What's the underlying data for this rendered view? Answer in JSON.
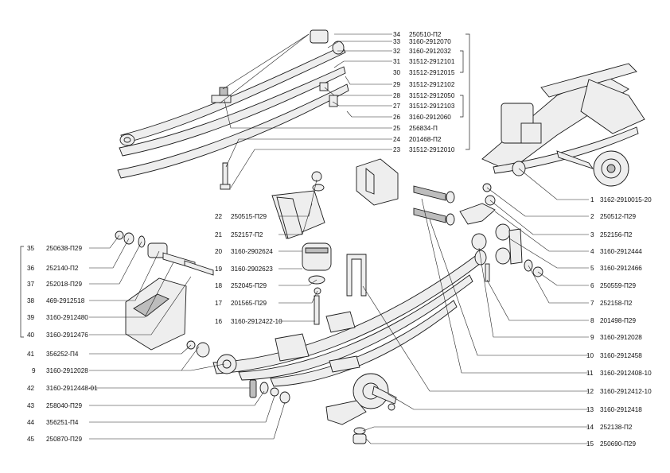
{
  "callouts_top": [
    {
      "num": "34",
      "code": "250510-П2"
    },
    {
      "num": "33",
      "code": "3160-2912070"
    },
    {
      "num": "32",
      "code": "3160-2912032"
    },
    {
      "num": "31",
      "code": "31512-2912101"
    },
    {
      "num": "30",
      "code": "31512-2912015"
    },
    {
      "num": "29",
      "code": "31512-2912102"
    },
    {
      "num": "28",
      "code": "31512-2912050"
    },
    {
      "num": "27",
      "code": "31512-2912103"
    },
    {
      "num": "26",
      "code": "3160-2912060"
    },
    {
      "num": "25",
      "code": "256834-П"
    },
    {
      "num": "24",
      "code": "201468-П2"
    },
    {
      "num": "23",
      "code": "31512-2912010"
    }
  ],
  "callouts_left": [
    {
      "num": "35",
      "code": "250638-П29"
    },
    {
      "num": "36",
      "code": "252140-П2"
    },
    {
      "num": "37",
      "code": "252018-П29"
    },
    {
      "num": "38",
      "code": "469-2912518"
    },
    {
      "num": "39",
      "code": "3160-2912480"
    },
    {
      "num": "40",
      "code": "3160-2912476"
    },
    {
      "num": "41",
      "code": "356252-П4"
    },
    {
      "num": "9",
      "code": "3160-2912028"
    },
    {
      "num": "42",
      "code": "3160-2912448-01"
    },
    {
      "num": "43",
      "code": "258040-П29"
    },
    {
      "num": "44",
      "code": "356251-П4"
    },
    {
      "num": "45",
      "code": "250870-П29"
    }
  ],
  "callouts_middle": [
    {
      "num": "22",
      "code": "250515-П29"
    },
    {
      "num": "21",
      "code": "252157-П2"
    },
    {
      "num": "20",
      "code": "3160-2902624"
    },
    {
      "num": "19",
      "code": "3160-2902623"
    },
    {
      "num": "18",
      "code": "252045-П29"
    },
    {
      "num": "17",
      "code": "201565-П29"
    },
    {
      "num": "16",
      "code": "3160-2912422-10"
    }
  ],
  "callouts_right": [
    {
      "num": "1",
      "code": "3162-2910015-20"
    },
    {
      "num": "2",
      "code": "250512-П29"
    },
    {
      "num": "3",
      "code": "252156-П2"
    },
    {
      "num": "4",
      "code": "3160-2912444"
    },
    {
      "num": "5",
      "code": "3160-2912466"
    },
    {
      "num": "6",
      "code": "250559-П29"
    },
    {
      "num": "7",
      "code": "252158-П2"
    },
    {
      "num": "8",
      "code": "201498-П29"
    },
    {
      "num": "9",
      "code": "3160-2912028"
    },
    {
      "num": "10",
      "code": "3160-2912458"
    },
    {
      "num": "11",
      "code": "3160-2912408-10"
    },
    {
      "num": "12",
      "code": "3160-2912412-10"
    },
    {
      "num": "13",
      "code": "3160-2912418"
    },
    {
      "num": "14",
      "code": "252138-П2"
    },
    {
      "num": "15",
      "code": "250690-П29"
    }
  ]
}
